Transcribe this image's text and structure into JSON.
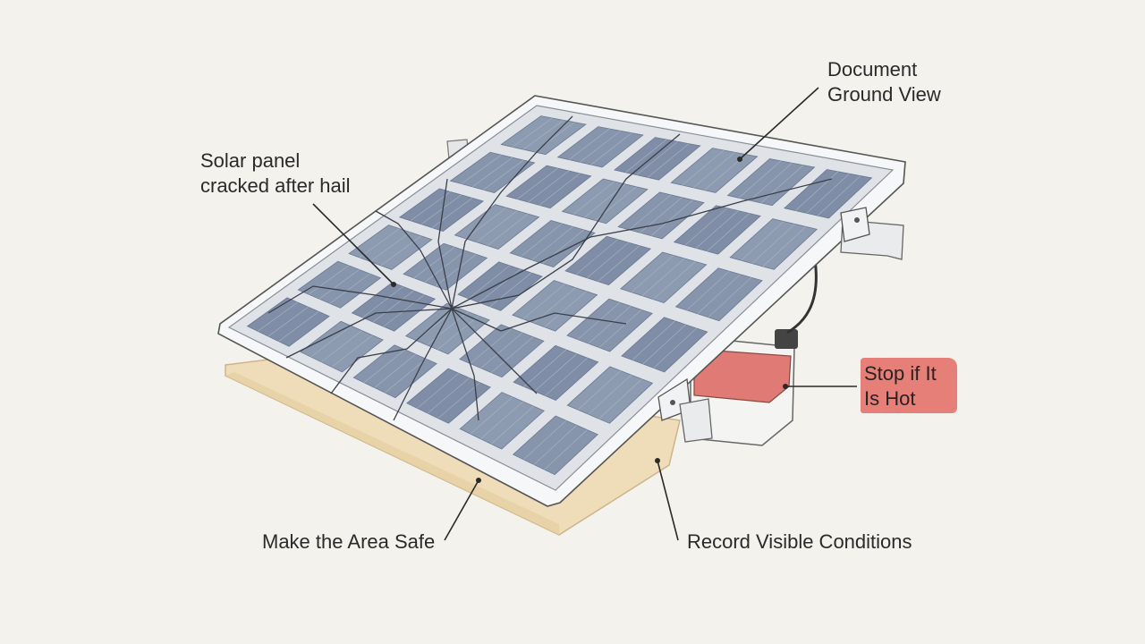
{
  "labels": {
    "document_ground_view": [
      "Document",
      "Ground View"
    ],
    "panel_cracked": [
      "Solar panel",
      "cracked after hail"
    ],
    "stop_if_hot": [
      "Stop if It",
      "Is Hot"
    ],
    "make_area_safe": "Make the Area Safe",
    "record_conditions": "Record Visible Conditions"
  },
  "colors": {
    "background": "#f3f2ec",
    "cell": "#7f8ea6",
    "frame": "#eef0f2",
    "board": "#efdcb8",
    "warning": "#e57f78",
    "line": "#2a2a2a"
  },
  "grid": {
    "rows": 6,
    "cols": 6
  }
}
